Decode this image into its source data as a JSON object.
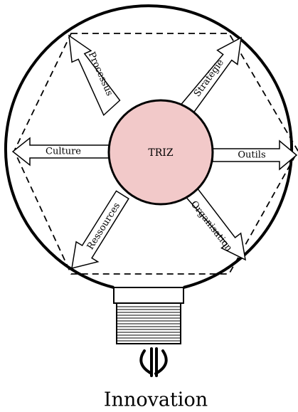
{
  "center": {
    "label": "TRIZ",
    "fill": "#f2c9c9"
  },
  "arrows": [
    {
      "label": "Processus"
    },
    {
      "label": "Stratégie"
    },
    {
      "label": "Culture"
    },
    {
      "label": "Outils"
    },
    {
      "label": "Ressources"
    },
    {
      "label": "Organisation"
    }
  ],
  "base": {
    "filament_icon": "filament-psi-icon",
    "caption": "Innovation"
  },
  "colors": {
    "stroke": "#000000",
    "background": "#ffffff"
  }
}
